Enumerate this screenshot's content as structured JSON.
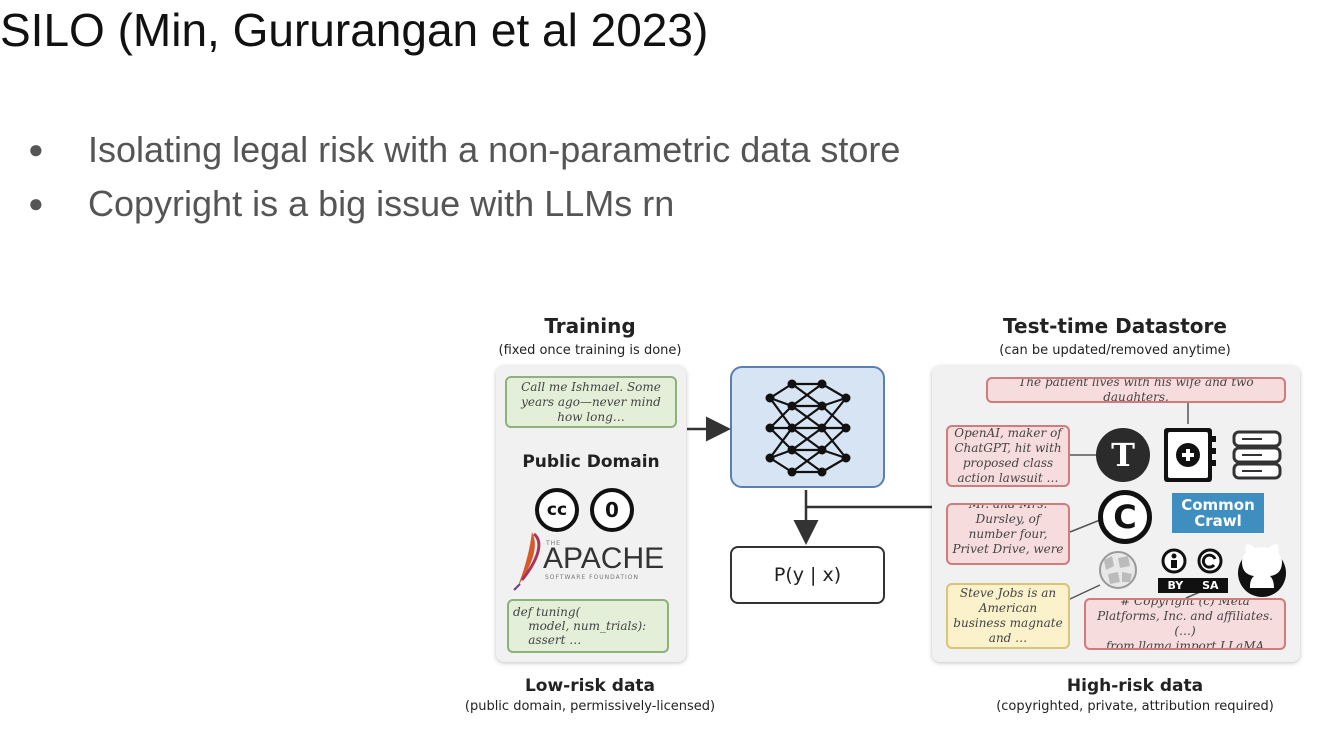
{
  "title": "SILO (Min, Gururangan et al 2023)",
  "bullets": [
    "Isolating legal risk with a non-parametric data store",
    "Copyright is a big issue with LLMs rn"
  ],
  "diagram": {
    "training": {
      "title": "Training",
      "subtitle": "(fixed once training is done)",
      "note_top": "Call me Ishmael. Some years ago—never mind how long…",
      "public_domain": "Public Domain",
      "cc_label": "cc",
      "zero_label": "0",
      "apache_label": "APACHE",
      "apache_the": "THE",
      "apache_sub": "SOFTWARE FOUNDATION",
      "note_bottom": "def tuning(\n    model, num_trials):\n    assert …",
      "footer_title": "Low-risk data",
      "footer_sub": "(public domain, permissively-licensed)"
    },
    "model": {
      "output_label": "P(y | x)"
    },
    "datastore": {
      "title": "Test-time Datastore",
      "subtitle": "(can be updated/removed anytime)",
      "note_top": "The patient lives with his wife and two daughters.",
      "note_openai": "OpenAI, maker of ChatGPT, hit with proposed class action lawsuit …",
      "note_dursley": "Mr. and Mrs. Dursley, of number four, Privet Drive, were …",
      "note_jobs": "Steve Jobs is an American business magnate and …",
      "note_meta": "# Copyright (c) Meta Platforms, Inc. and affiliates. (…)\nfrom llama import LLaMA",
      "nyt_label": "T",
      "copyright_label": "C",
      "common_crawl": "Common\nCrawl",
      "by_label": "BY",
      "sa_label": "SA",
      "footer_title": "High-risk data",
      "footer_sub": "(copyrighted, private, attribution required)"
    }
  }
}
